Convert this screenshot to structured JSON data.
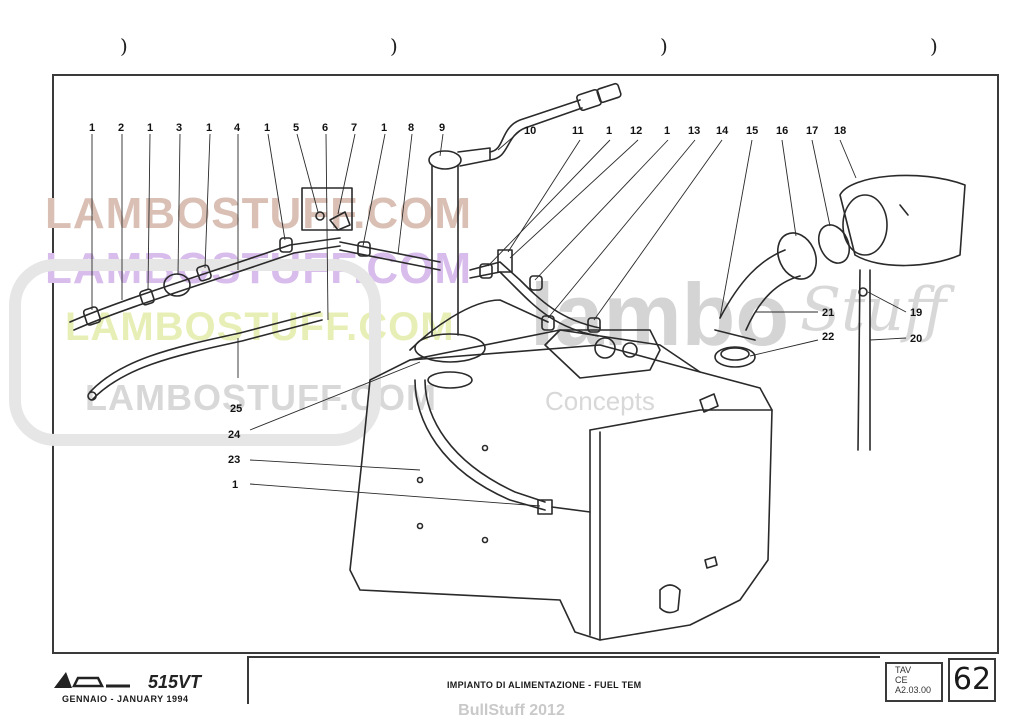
{
  "callouts": {
    "top_row": [
      "1",
      "2",
      "1",
      "3",
      "1",
      "4",
      "1",
      "5",
      "6",
      "7",
      "1",
      "8",
      "9",
      "10",
      "11",
      "1",
      "12",
      "1",
      "13",
      "14",
      "15",
      "16",
      "17",
      "18"
    ],
    "right": [
      "19",
      "20",
      "21",
      "22"
    ],
    "left": [
      "25",
      "24",
      "23",
      "1"
    ]
  },
  "watermarks": {
    "line1": "LAMBOSTUFF.COM",
    "line2": "LAMBOSTUFF.COM",
    "line3": "LAMBOSTUFF.COM",
    "line4": "LAMBOSTUFF.COM",
    "brand": "lambo",
    "script": "Stuff",
    "sub": "Concepts"
  },
  "title_block": {
    "logo_text": "515VT",
    "date": "GENNAIO - JANUARY 1994",
    "title": "IMPIANTO DI ALIMENTAZIONE - FUEL      TEM",
    "ref_line1": "TAV",
    "ref_line2": "CE",
    "ref_line3": "A2.03.00",
    "page_number": "62"
  },
  "footer": {
    "text": "BullStuff 2012"
  },
  "colors": {
    "line": "#2a2a2a",
    "watermark_tan": "#c9a89a",
    "watermark_purple": "#c8a8e8",
    "watermark_yellow": "#e4ec9a",
    "watermark_grey": "#cfcfcf"
  }
}
